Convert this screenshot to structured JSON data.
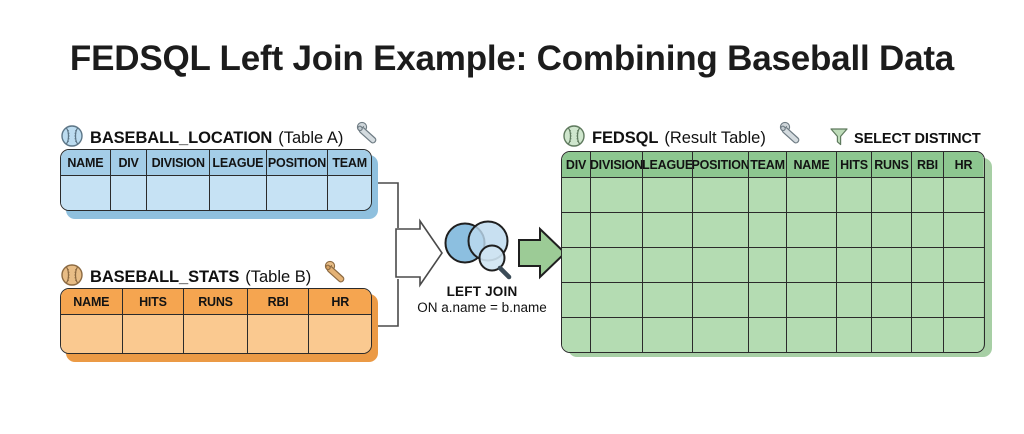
{
  "title": "FEDSQL Left Join Example: Combining Baseball Data",
  "tables": {
    "a": {
      "caption_name": "BASEBALL_LOCATION",
      "caption_paren": "(Table A)",
      "ball_icon": "baseball-icon",
      "bat_icon": "baseball-bat-icon",
      "columns": [
        "NAME",
        "DIV",
        "DIVISION",
        "LEAGUE",
        "POSITION",
        "TEAM"
      ],
      "body_rows": 1,
      "header_color": "#a4cde7",
      "body_color": "#c6e2f4"
    },
    "b": {
      "caption_name": "BASEBALL_STATS",
      "caption_paren": "(Table B)",
      "ball_icon": "baseball-icon",
      "bat_icon": "baseball-bat-icon",
      "columns": [
        "NAME",
        "HITS",
        "RUNS",
        "RBI",
        "HR"
      ],
      "body_rows": 1,
      "header_color": "#f5a550",
      "body_color": "#fac990"
    },
    "result": {
      "caption_name": "FEDSQL",
      "caption_paren": "(Result Table)",
      "ball_icon": "baseball-icon",
      "bat_icon": "baseball-bat-icon",
      "filter_icon": "funnel-filter-icon",
      "filter_label": "SELECT DISTINCT",
      "columns": [
        "DIV",
        "DIVISION",
        "LEAGUE",
        "POSITION",
        "TEAM",
        "NAME",
        "HITS",
        "RUNS",
        "RBI",
        "HR"
      ],
      "body_rows": 5,
      "header_color": "#8dc790",
      "body_color": "#b4dcb2"
    }
  },
  "join": {
    "venn_icon": "venn-diagram-magnifier-icon",
    "label_line1": "LEFT JOIN",
    "label_line2": "ON a.name = b.name",
    "input_arrow_icon": "merge-arrow-right-icon",
    "output_arrow_icon": "green-arrow-right-icon",
    "circle_left_color": "#8cbfe0",
    "circle_right_color": "#bcd9ee",
    "output_arrow_color": "#9ccb96"
  }
}
